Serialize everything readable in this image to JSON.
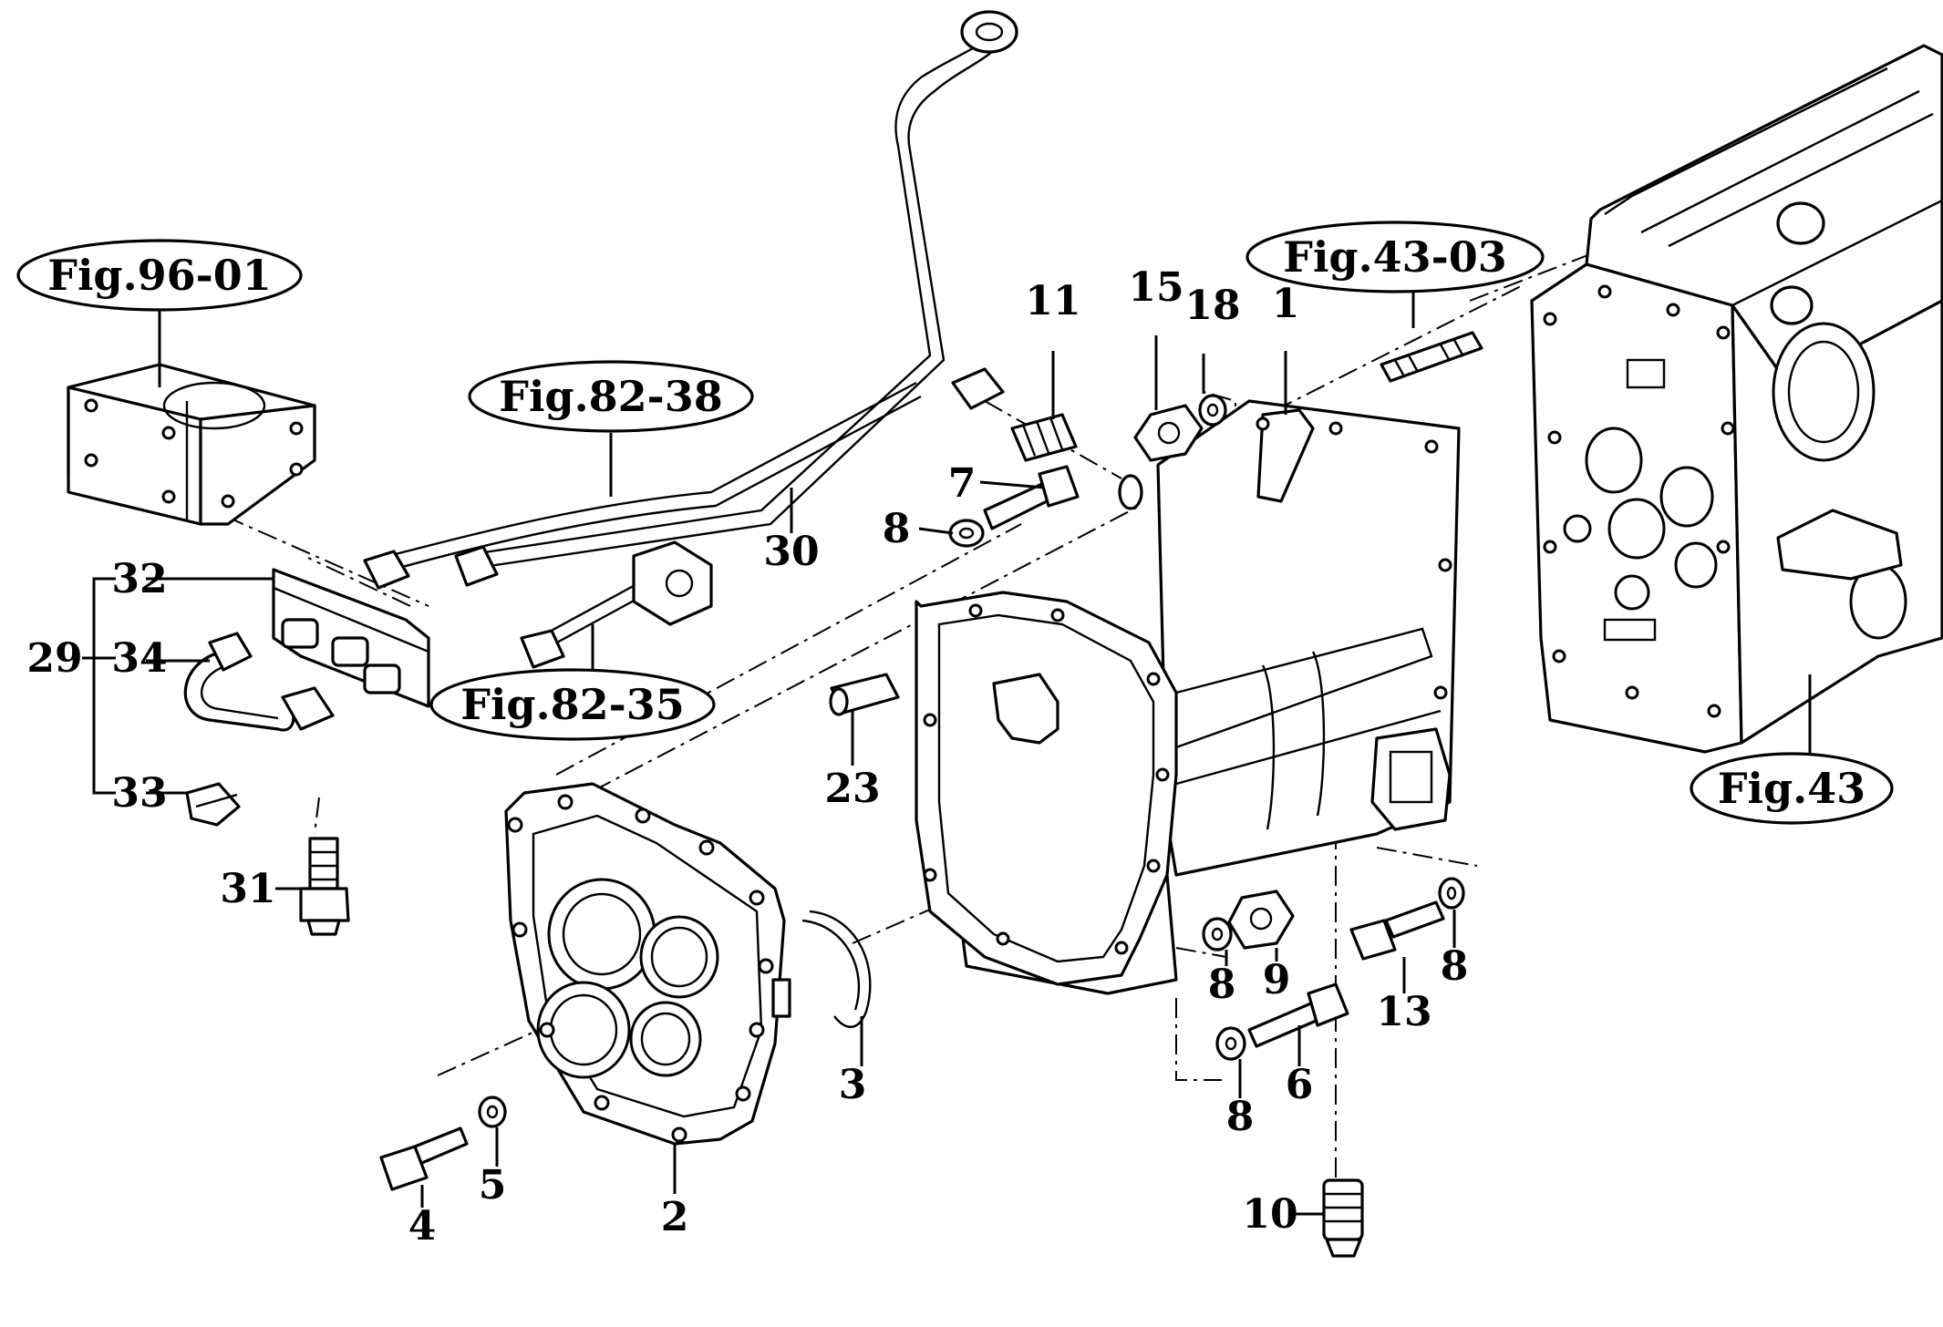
{
  "figure_refs": {
    "fig_96_01": "Fig.96-01",
    "fig_82_38": "Fig.82-38",
    "fig_82_35": "Fig.82-35",
    "fig_43_03": "Fig.43-03",
    "fig_43": "Fig.43"
  },
  "callouts": {
    "c1": "1",
    "c2": "2",
    "c3": "3",
    "c4": "4",
    "c5": "5",
    "c6": "6",
    "c7": "7",
    "c8a": "8",
    "c8b": "8",
    "c8c": "8",
    "c8d": "8",
    "c9": "9",
    "c10": "10",
    "c11": "11",
    "c13": "13",
    "c15": "15",
    "c18": "18",
    "c23": "23",
    "c29": "29",
    "c30": "30",
    "c31": "31",
    "c32": "32",
    "c33": "33",
    "c34": "34"
  }
}
